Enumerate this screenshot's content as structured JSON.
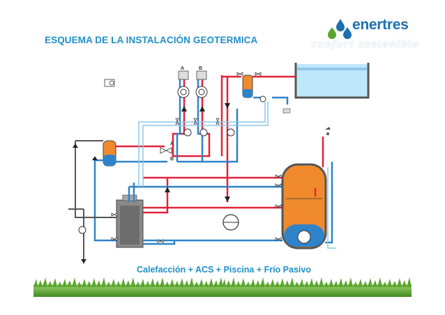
{
  "page": {
    "title": "ESQUEMA DE LA INSTALACIÓN GEOTERMICA",
    "caption": "Calefacción + ACS + Piscina + Frío Pasivo"
  },
  "logo": {
    "brand": "enertres",
    "tagline": "confort sostenible",
    "colors": {
      "blue": "#1d6fae",
      "green": "#5aa532"
    }
  },
  "diagram": {
    "pump_labels": {
      "a": "A",
      "b": "B"
    },
    "valve_ports": {
      "a": "A",
      "b": "B"
    },
    "colors": {
      "hot": "#e2213a",
      "cold": "#2f83c9",
      "light": "#8cc8ea",
      "tank": "#f08a2c",
      "pool": "#bfe7fa",
      "unit": "#8a8a8a"
    }
  }
}
